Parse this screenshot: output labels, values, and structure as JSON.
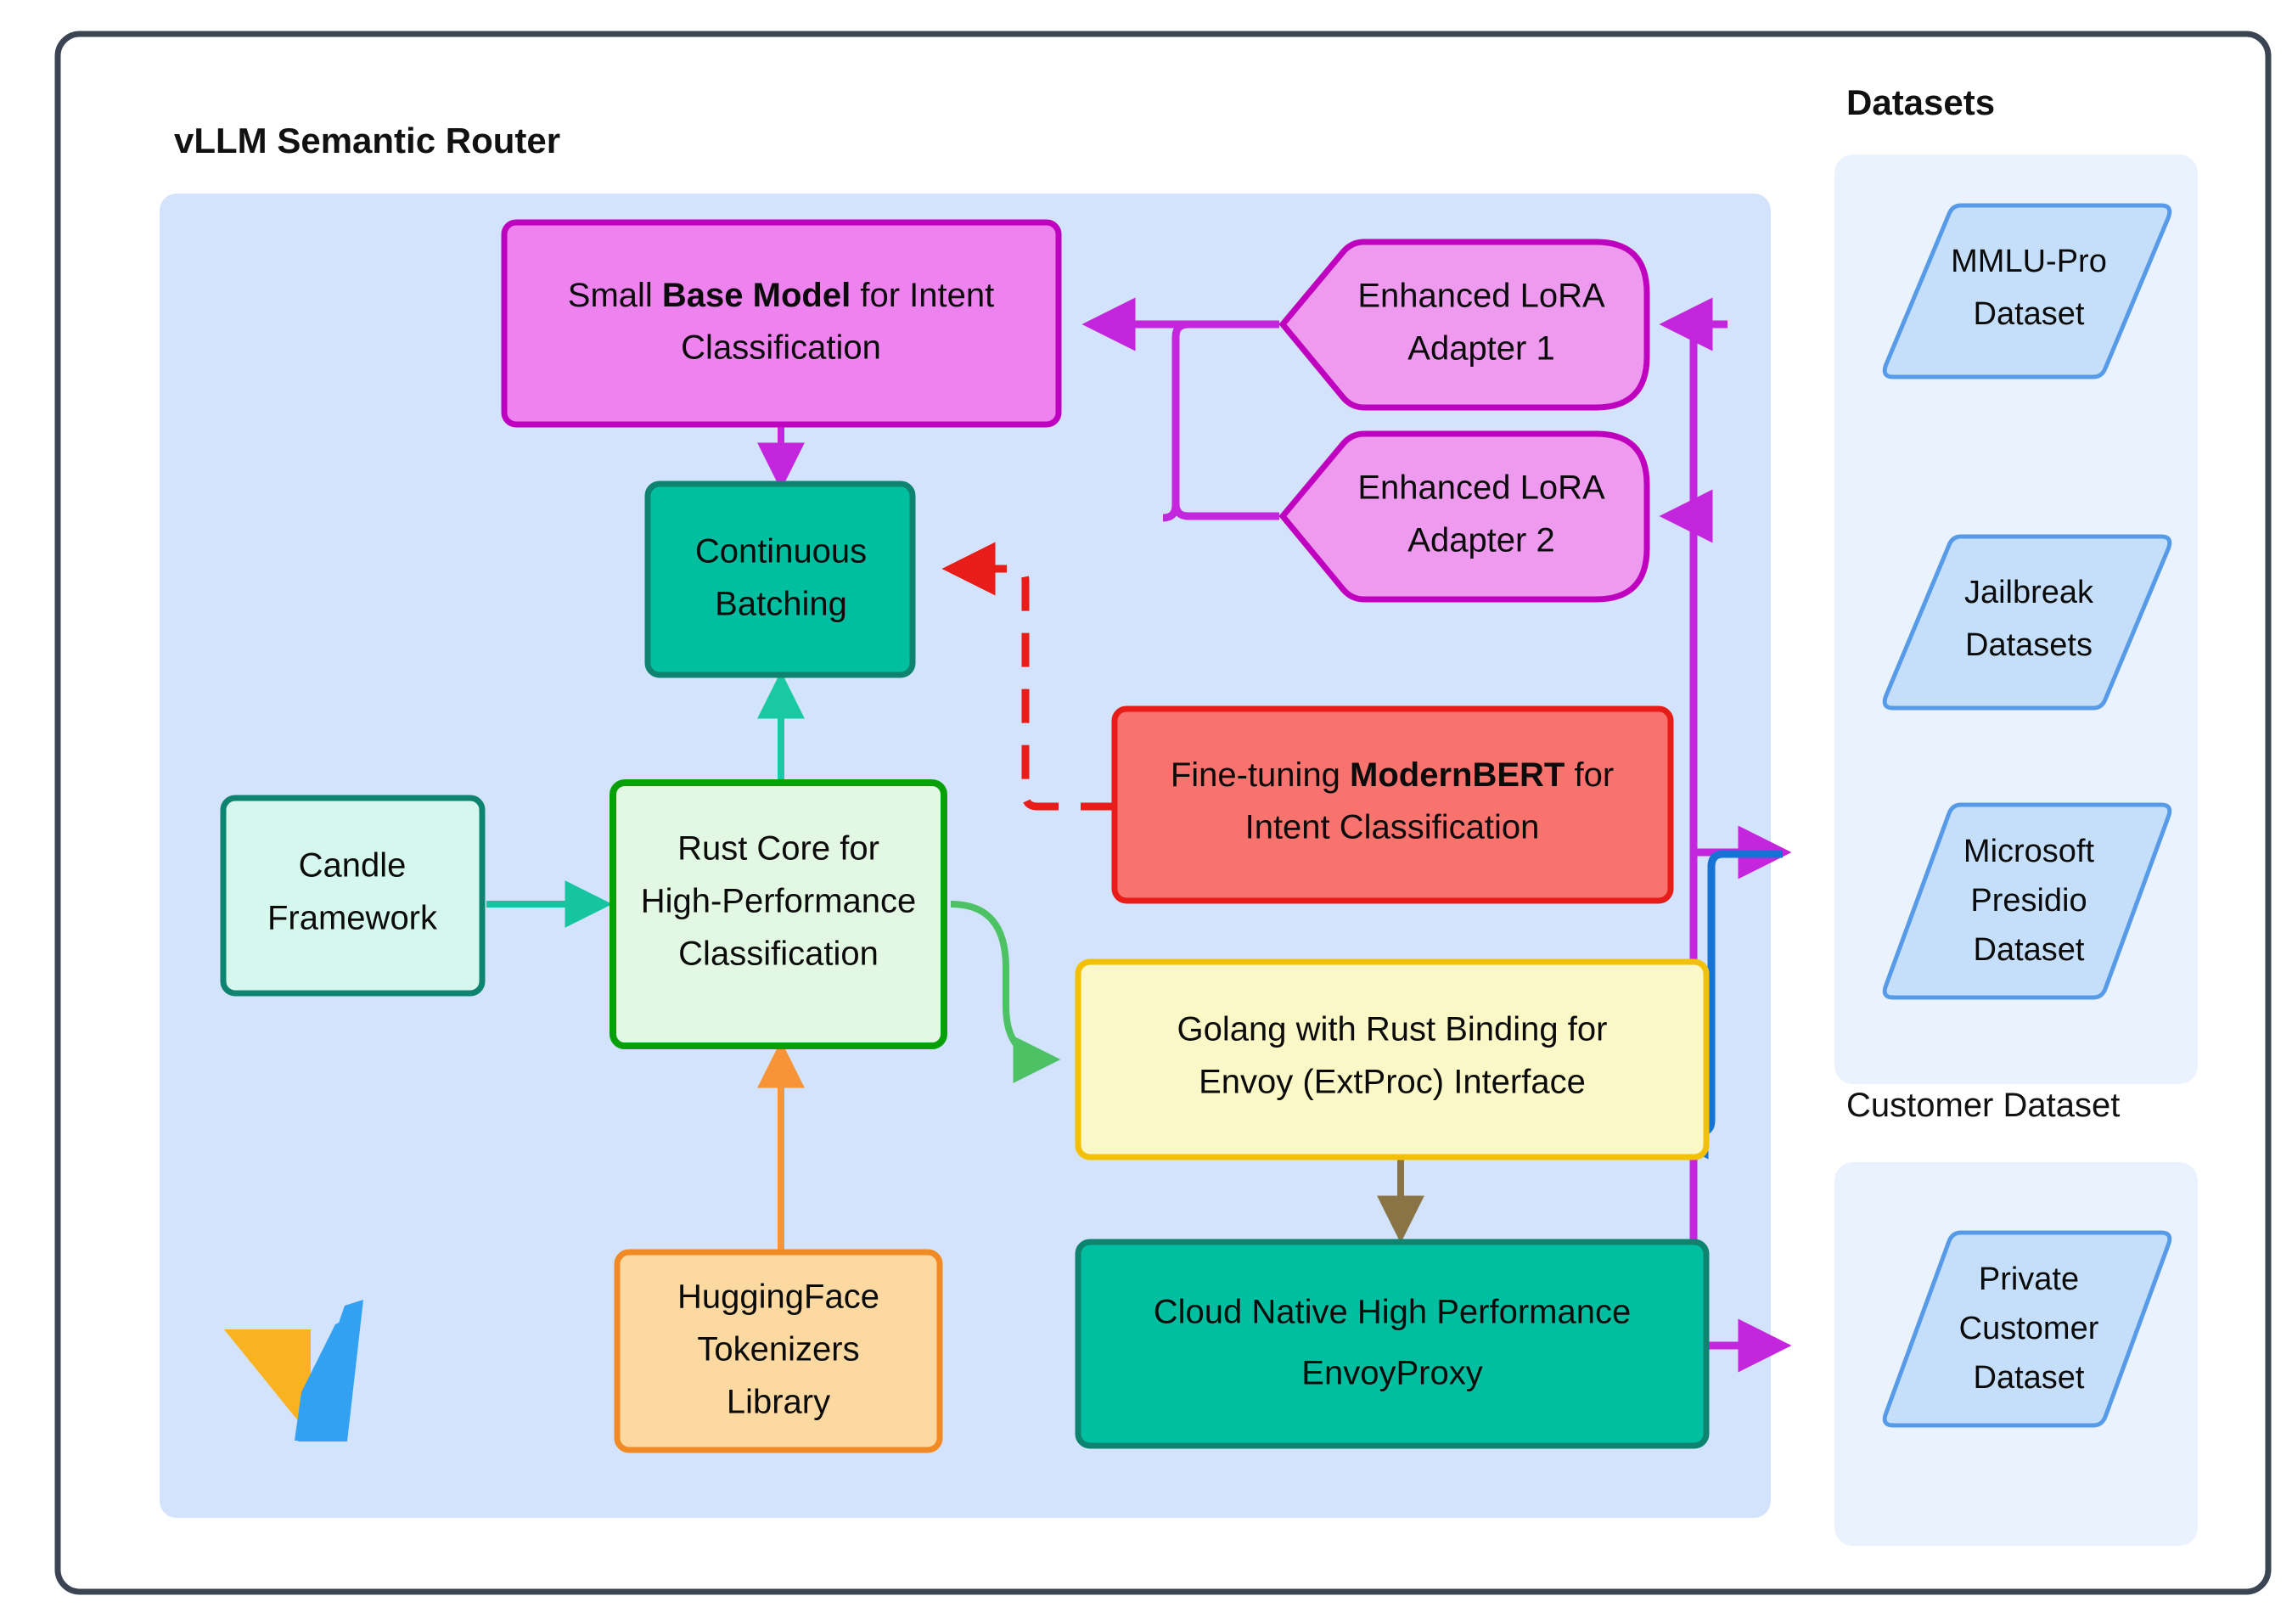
{
  "diagram": {
    "title": "vLLM Semantic Router",
    "datasets_title": "Datasets",
    "customer_dataset_title": "Customer Dataset",
    "logo_name": "vllm-logo"
  },
  "nodes": {
    "base_model": {
      "pre": "Small ",
      "bold": "Base Model",
      "post": " for Intent",
      "line2": "Classification",
      "fill": "#EE82EE",
      "stroke": "#BF00BF"
    },
    "lora1": {
      "line1": "Enhanced LoRA",
      "line2": "Adapter 1",
      "fill": "#EE9AEE",
      "stroke": "#BF00BF"
    },
    "lora2": {
      "line1": "Enhanced LoRA",
      "line2": "Adapter 2",
      "fill": "#EE9AEE",
      "stroke": "#BF00BF"
    },
    "continuous_batching": {
      "line1": "Continuous",
      "line2": "Batching",
      "fill": "#00BFA0",
      "stroke": "#0E8470"
    },
    "modernbert": {
      "pre": "Fine-tuning ",
      "bold": "ModernBERT",
      "post": " for",
      "line2": "Intent Classification",
      "fill": "#F9736E",
      "stroke": "#E81C18"
    },
    "rust_core": {
      "line1": "Rust Core for",
      "line2": "High-Performance",
      "line3": "Classification",
      "fill": "#E2F8E2",
      "stroke": "#08A008"
    },
    "candle": {
      "line1": "Candle",
      "line2": "Framework",
      "fill": "#D6F7EE",
      "stroke": "#0E8470"
    },
    "hf_tokenizers": {
      "line1": "HuggingFace",
      "line2": "Tokenizers",
      "line3": "Library",
      "fill": "#FCD9A0",
      "stroke": "#F08A24"
    },
    "golang_envoy": {
      "line1": "Golang with Rust Binding for",
      "line2": "Envoy (ExtProc) Interface",
      "fill": "#FBF8C8",
      "stroke": "#F2C007"
    },
    "envoy_proxy": {
      "line1": "Cloud Native High Performance",
      "line2": "EnvoyProxy",
      "fill": "#00BFA0",
      "stroke": "#0E8470"
    }
  },
  "datasets": {
    "group_fill": "#EAF2FD",
    "shape_fill": "#C5DFFB",
    "shape_stroke": "#579BE8",
    "items": [
      {
        "line1": "MMLU-Pro",
        "line2": "Dataset",
        "line3": ""
      },
      {
        "line1": "Jailbreak",
        "line2": "Datasets",
        "line3": ""
      },
      {
        "line1": "Microsoft",
        "line2": "Presidio",
        "line3": "Dataset"
      }
    ],
    "customer_items": [
      {
        "line1": "Private",
        "line2": "Customer",
        "line3": "Dataset"
      }
    ]
  },
  "edges": {
    "lora_to_base_color": "#C426DE",
    "base_to_batching_color": "#C426DE",
    "modernbert_to_batching_color": "#E81C18",
    "rust_to_batching_color": "#19C9A4",
    "candle_to_rust_color": "#17C4A0",
    "hf_to_rust_color": "#F79438",
    "rust_to_golang_color": "#4CC264",
    "golang_to_envoy_color": "#8A7445",
    "datasets_to_modernbert_color": "#1473D4",
    "datasets_to_lora_color": "#C426DE"
  },
  "container": {
    "outer_stroke": "#3A4452",
    "inner_fill": "#D3E3FB"
  }
}
